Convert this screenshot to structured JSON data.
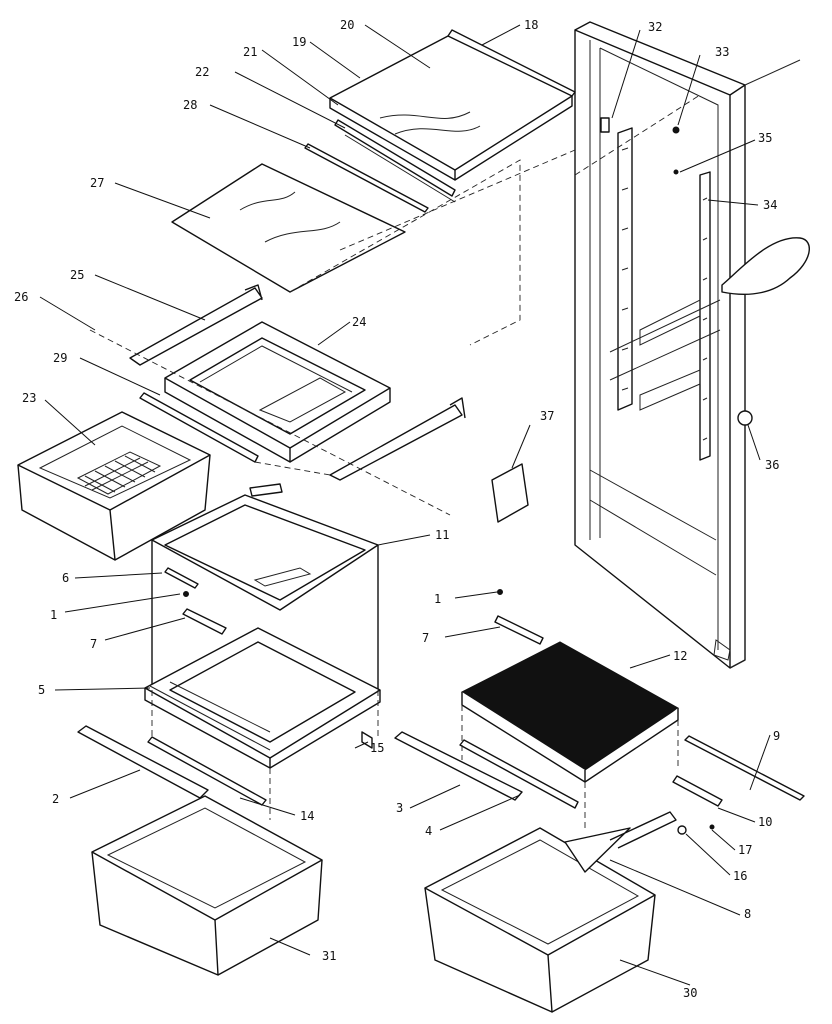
{
  "callouts": [
    {
      "id": "c1a",
      "text": "1"
    },
    {
      "id": "c1b",
      "text": "1"
    },
    {
      "id": "c2",
      "text": "2"
    },
    {
      "id": "c3",
      "text": "3"
    },
    {
      "id": "c4",
      "text": "4"
    },
    {
      "id": "c5",
      "text": "5"
    },
    {
      "id": "c6",
      "text": "6"
    },
    {
      "id": "c7a",
      "text": "7"
    },
    {
      "id": "c7b",
      "text": "7"
    },
    {
      "id": "c8",
      "text": "8"
    },
    {
      "id": "c9",
      "text": "9"
    },
    {
      "id": "c10",
      "text": "10"
    },
    {
      "id": "c11",
      "text": "11"
    },
    {
      "id": "c12",
      "text": "12"
    },
    {
      "id": "c14",
      "text": "14"
    },
    {
      "id": "c15",
      "text": "15"
    },
    {
      "id": "c16",
      "text": "16"
    },
    {
      "id": "c17",
      "text": "17"
    },
    {
      "id": "c18",
      "text": "18"
    },
    {
      "id": "c19",
      "text": "19"
    },
    {
      "id": "c20",
      "text": "20"
    },
    {
      "id": "c21",
      "text": "21"
    },
    {
      "id": "c22",
      "text": "22"
    },
    {
      "id": "c23",
      "text": "23"
    },
    {
      "id": "c24",
      "text": "24"
    },
    {
      "id": "c25",
      "text": "25"
    },
    {
      "id": "c26",
      "text": "26"
    },
    {
      "id": "c27",
      "text": "27"
    },
    {
      "id": "c28",
      "text": "28"
    },
    {
      "id": "c29",
      "text": "29"
    },
    {
      "id": "c30",
      "text": "30"
    },
    {
      "id": "c31",
      "text": "31"
    },
    {
      "id": "c32",
      "text": "32"
    },
    {
      "id": "c33",
      "text": "33"
    },
    {
      "id": "c34",
      "text": "34"
    },
    {
      "id": "c35",
      "text": "35"
    },
    {
      "id": "c36",
      "text": "36"
    },
    {
      "id": "c37",
      "text": "37"
    }
  ]
}
